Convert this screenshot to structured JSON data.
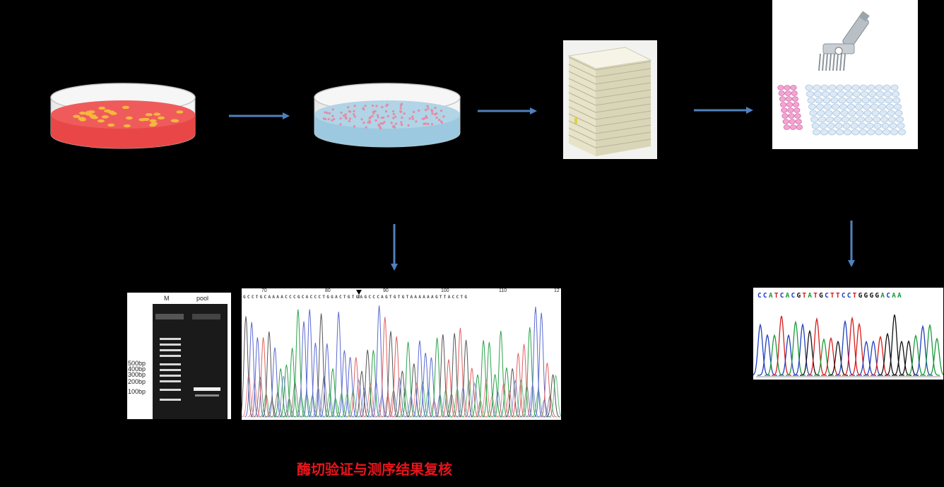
{
  "gel": {
    "lanes": [
      "M",
      "pool"
    ],
    "markers": [
      "500bp",
      "400bp",
      "300bp",
      "200bp",
      "100bp"
    ]
  },
  "chromatogram_left": {
    "tick_numbers": [
      "70",
      "80",
      "90",
      "100",
      "110",
      "12"
    ],
    "base_calls": "GCCTGCAAAACCCGCACCCTGGACTGTGAGCCCAGTGTGTAAAAAAGTTACCTG"
  },
  "chromatogram_right": {
    "sequence": "CCATCACGTATGCTTCCTGGGGACAA"
  },
  "caption": "酶切验证与测序结果复核",
  "colors": {
    "arrow": "#4f81bd",
    "caption": "#e8141b",
    "A": "#1a9a3a",
    "C": "#1f3fbf",
    "G": "#111111",
    "T": "#d81b1b"
  }
}
